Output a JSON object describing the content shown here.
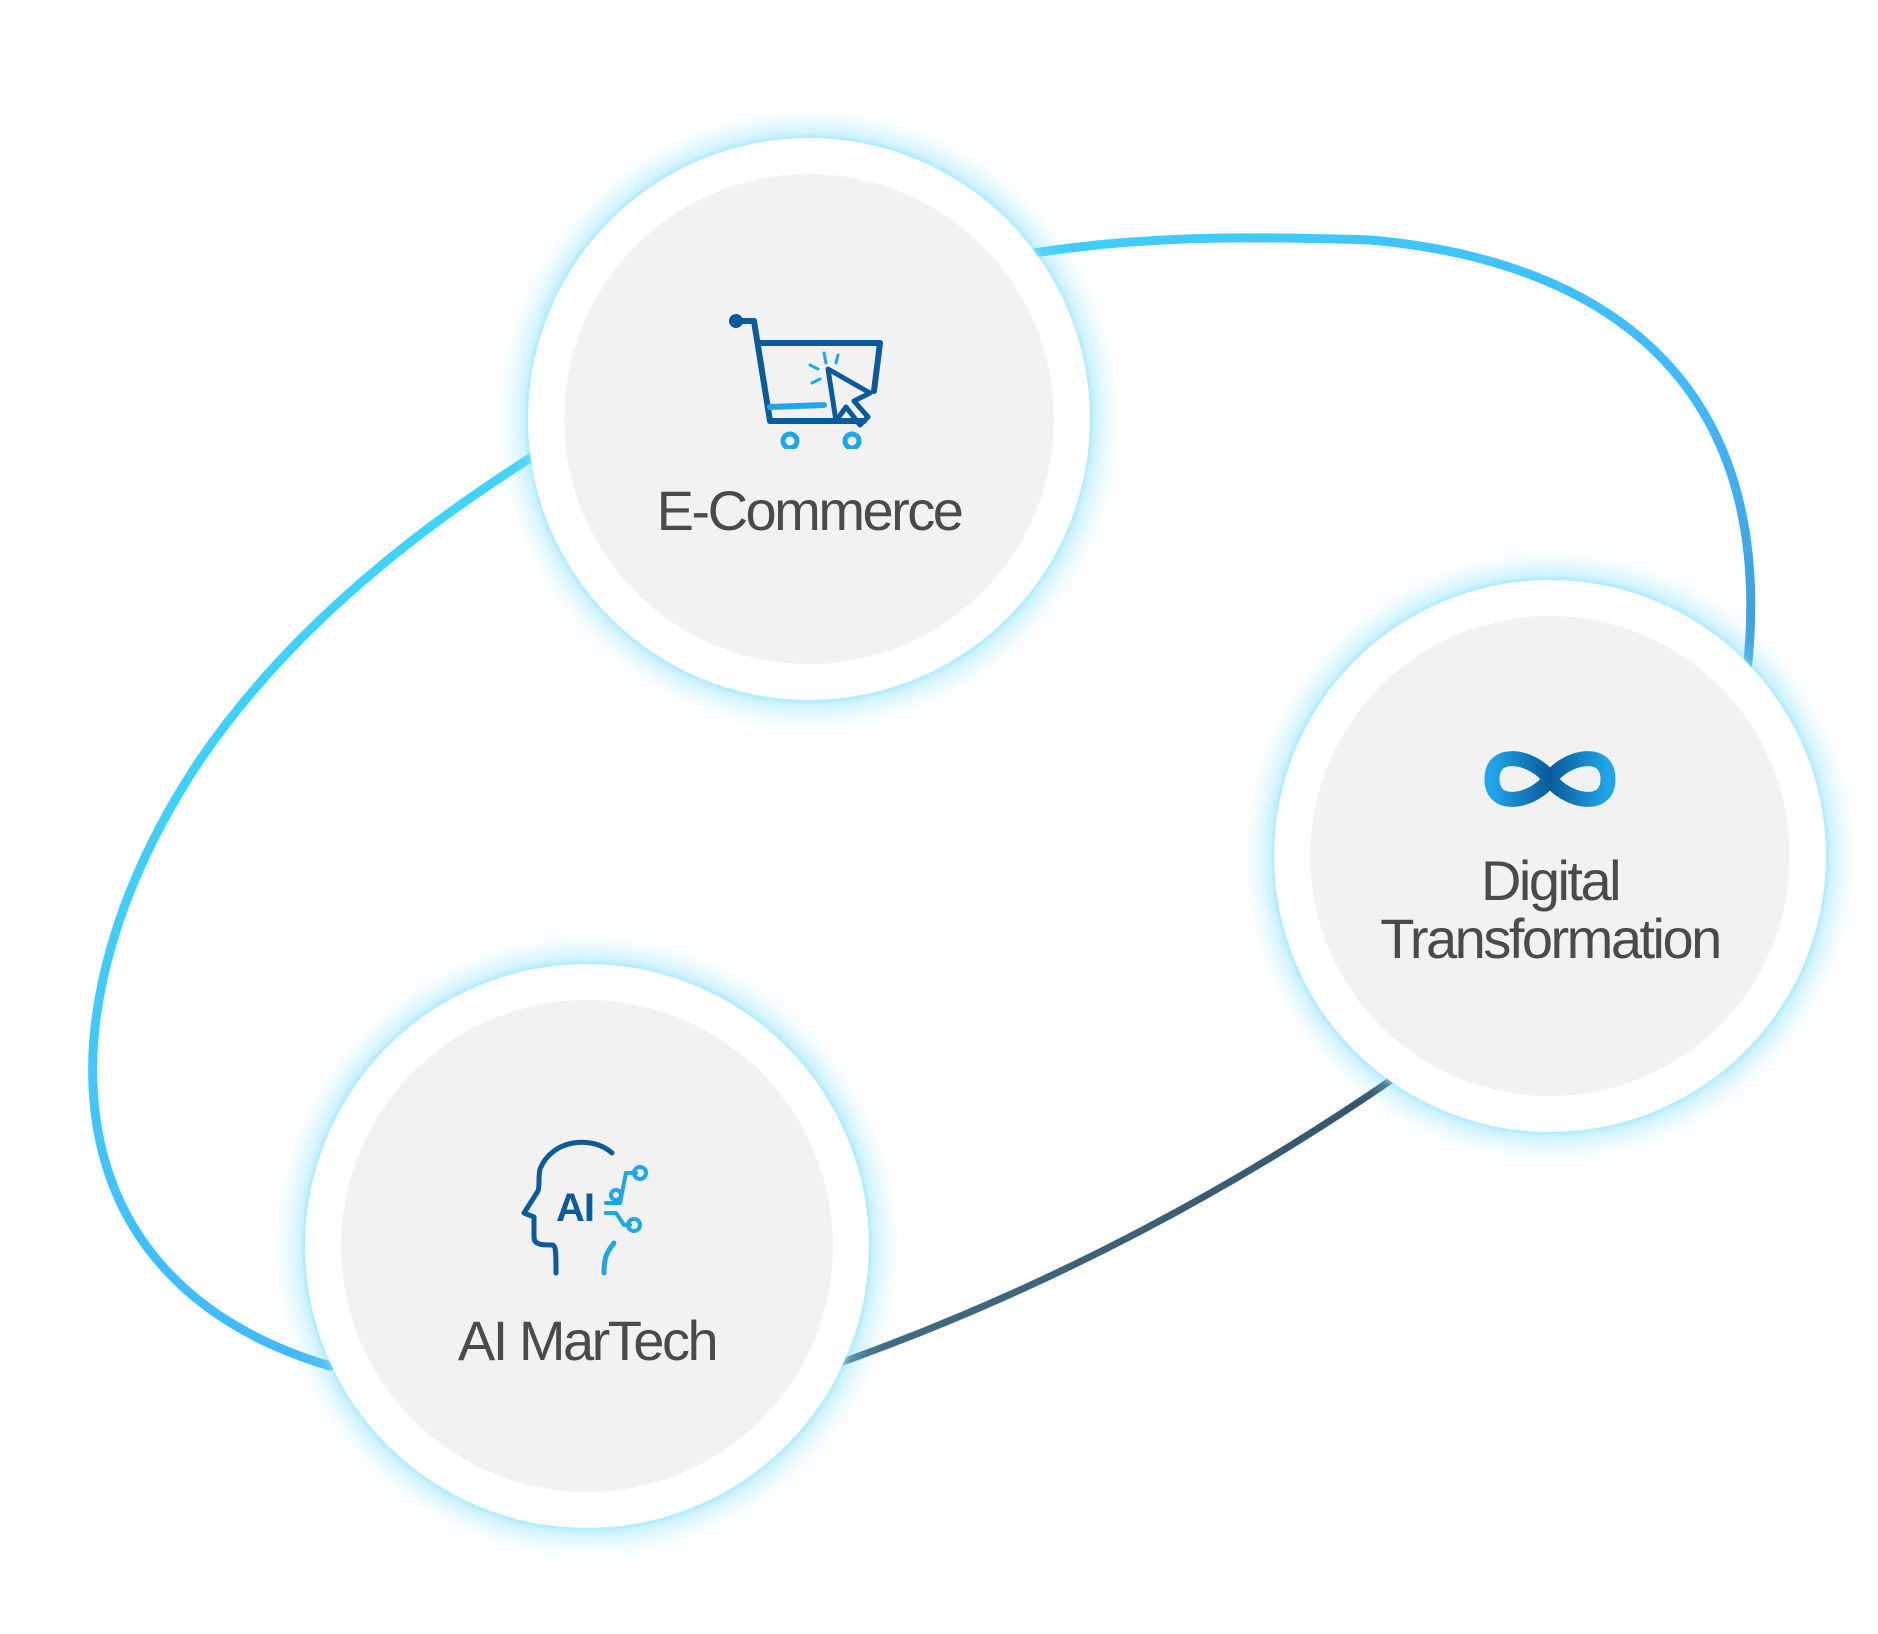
{
  "nodes": [
    {
      "label": "E-Commerce",
      "icon": "shopping-cart-click-icon"
    },
    {
      "label_line1": "Digital",
      "label_line2": "Transformation",
      "icon": "infinity-icon"
    },
    {
      "label": "AI MarTech",
      "icon": "ai-head-icon"
    }
  ],
  "colors": {
    "ring_start": "#3ee6ff",
    "ring_mid": "#41b9ff",
    "ring_end": "#3d5f78",
    "icon_dark": "#0a5a9c",
    "icon_light": "#1fa6e8",
    "node_fill": "#f2f2f2",
    "node_border": "#ffffff",
    "glow": "#78dcff",
    "label": "#4a4a4a"
  }
}
